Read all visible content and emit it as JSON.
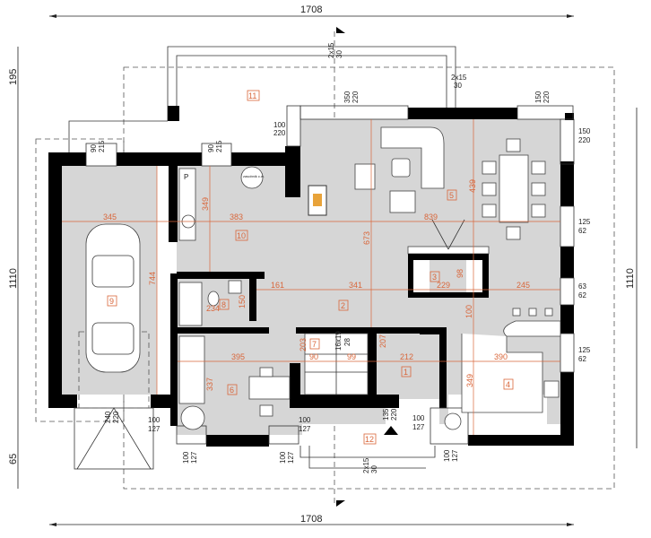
{
  "overall": {
    "width_top": "1708",
    "width_bottom": "1708",
    "left_top": "195",
    "left_main": "1110",
    "left_bottom": "65",
    "right_main": "1110"
  },
  "rooms": [
    "1",
    "2",
    "3",
    "4",
    "5",
    "6",
    "7",
    "8",
    "9",
    "10",
    "11",
    "12"
  ],
  "room_dims": [
    "345",
    "383",
    "349",
    "744",
    "839",
    "673",
    "439",
    "161",
    "341",
    "229",
    "98",
    "245",
    "234",
    "150",
    "100",
    "395",
    "337",
    "203",
    "90",
    "99",
    "207",
    "212",
    "390",
    "349",
    "16x19",
    "28"
  ],
  "openings": [
    {
      "a": "90",
      "b": "215"
    },
    {
      "a": "90",
      "b": "215"
    },
    {
      "a": "100",
      "b": "220"
    },
    {
      "a": "350",
      "b": "220"
    },
    {
      "a": "150",
      "b": "220"
    },
    {
      "a": "2x15",
      "b": "30"
    },
    {
      "a": "2x15",
      "b": "30"
    },
    {
      "a": "150",
      "b": "220"
    },
    {
      "a": "125",
      "b": "62"
    },
    {
      "a": "63",
      "b": "62"
    },
    {
      "a": "125",
      "b": "62"
    },
    {
      "a": "100",
      "b": "127"
    },
    {
      "a": "100",
      "b": "127"
    },
    {
      "a": "100",
      "b": "127"
    },
    {
      "a": "240",
      "b": "220"
    },
    {
      "a": "100",
      "b": "127"
    },
    {
      "a": "100",
      "b": "127"
    },
    {
      "a": "100",
      "b": "127"
    },
    {
      "a": "135",
      "b": "220"
    },
    {
      "a": "2x15",
      "b": "30"
    }
  ],
  "fixtures": {
    "boiler": "zasobnik c.w.",
    "fridge_label": "P"
  },
  "colors": {
    "walls": "#000000",
    "floor": "#d6d6d6",
    "dimensions": "#d9663a"
  }
}
